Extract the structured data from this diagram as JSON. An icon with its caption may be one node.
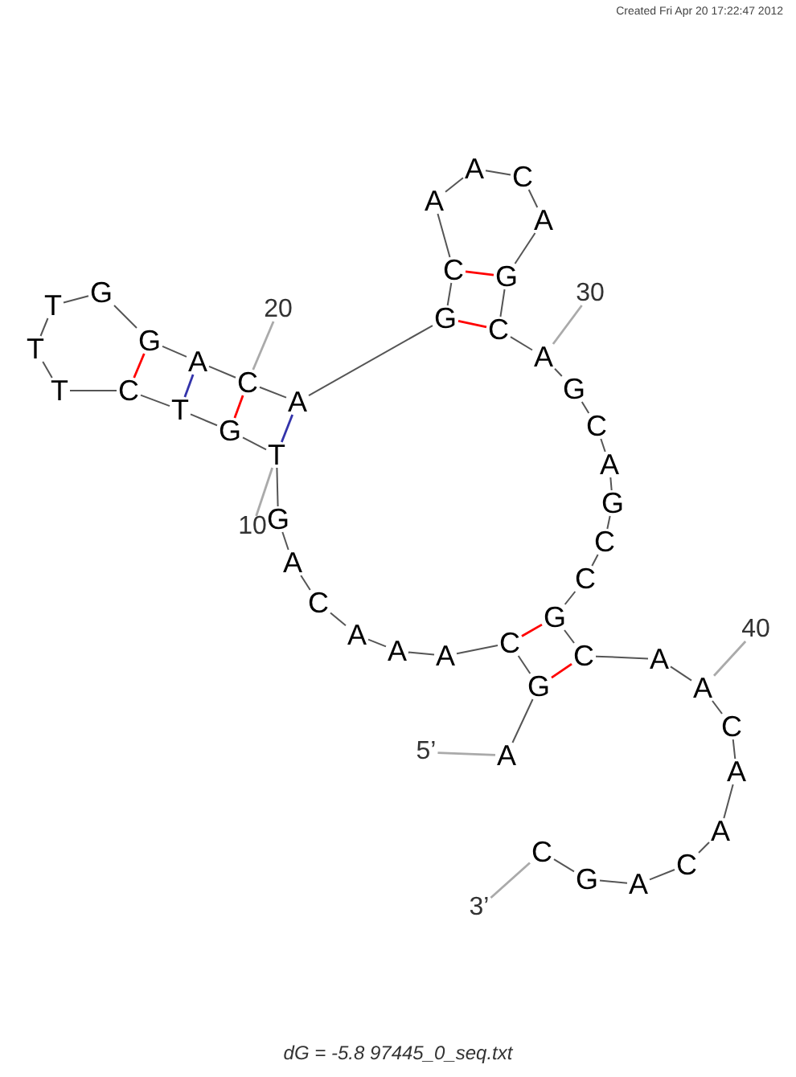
{
  "diagram": {
    "caption": "dG = -5.8 97445_0_seq.txt",
    "nodes": [
      {
        "text": [
          "A"
        ]
      },
      {
        "text": [
          "G"
        ]
      },
      {
        "text": [
          "C"
        ]
      },
      {
        "text": [
          "A"
        ]
      },
      {
        "text": [
          "A"
        ]
      },
      {
        "text": [
          "A"
        ]
      },
      {
        "text": [
          "C"
        ]
      },
      {
        "text": [
          "A"
        ]
      },
      {
        "text": [
          "G"
        ]
      },
      {
        "text": [
          "T"
        ]
      },
      {
        "text": [
          "G"
        ]
      },
      {
        "text": [
          "T"
        ]
      },
      {
        "text": [
          "C"
        ]
      },
      {
        "text": [
          "T"
        ]
      },
      {
        "text": [
          "T"
        ]
      },
      {
        "text": [
          "T"
        ]
      },
      {
        "text": [
          "G"
        ]
      },
      {
        "text": [
          "G"
        ]
      },
      {
        "text": [
          "A"
        ]
      },
      {
        "text": [
          "C"
        ]
      },
      {
        "text": [
          "A"
        ]
      },
      {
        "text": [
          "G"
        ]
      },
      {
        "text": [
          "C"
        ]
      },
      {
        "text": [
          "A"
        ]
      },
      {
        "text": [
          "A"
        ]
      },
      {
        "text": [
          "C"
        ]
      },
      {
        "text": [
          "A"
        ]
      },
      {
        "text": [
          "G"
        ]
      },
      {
        "text": [
          "C"
        ]
      },
      {
        "text": [
          "A"
        ]
      },
      {
        "text": [
          "G"
        ]
      },
      {
        "text": [
          "C"
        ]
      },
      {
        "text": [
          "A"
        ]
      },
      {
        "text": [
          "G"
        ]
      },
      {
        "text": [
          "C"
        ]
      },
      {
        "text": [
          "C"
        ]
      },
      {
        "text": [
          "G"
        ]
      },
      {
        "text": [
          "C"
        ]
      },
      {
        "text": [
          "A"
        ]
      },
      {
        "text": [
          "A"
        ]
      },
      {
        "text": [
          "C"
        ]
      },
      {
        "text": [
          "A"
        ]
      },
      {
        "text": [
          "A"
        ]
      },
      {
        "text": [
          "C"
        ]
      },
      {
        "text": [
          "A"
        ]
      },
      {
        "text": [
          "G"
        ]
      },
      {
        "text": [
          "C"
        ]
      },
      {
        "text": [
          "20"
        ]
      },
      {
        "text": [
          "30"
        ]
      },
      {
        "text": [
          "10"
        ]
      },
      {
        "text": [
          "40"
        ]
      },
      {
        "text": [
          "5’"
        ]
      },
      {
        "text": [
          "3’"
        ]
      }
    ],
    "edges": [
      {
        "from": 0,
        "to": 1,
        "arrow": "none"
      },
      {
        "from": 1,
        "to": 2,
        "arrow": "none"
      },
      {
        "from": 2,
        "to": 3,
        "arrow": "none"
      },
      {
        "from": 3,
        "to": 4,
        "arrow": "none"
      },
      {
        "from": 4,
        "to": 5,
        "arrow": "none"
      },
      {
        "from": 5,
        "to": 6,
        "arrow": "none"
      },
      {
        "from": 6,
        "to": 7,
        "arrow": "none"
      },
      {
        "from": 7,
        "to": 8,
        "arrow": "none"
      },
      {
        "from": 8,
        "to": 9,
        "arrow": "none"
      },
      {
        "from": 9,
        "to": 10,
        "arrow": "none"
      },
      {
        "from": 10,
        "to": 11,
        "arrow": "none"
      },
      {
        "from": 11,
        "to": 12,
        "arrow": "none"
      },
      {
        "from": 12,
        "to": 13,
        "arrow": "none"
      },
      {
        "from": 13,
        "to": 14,
        "arrow": "none"
      },
      {
        "from": 14,
        "to": 15,
        "arrow": "none"
      },
      {
        "from": 15,
        "to": 16,
        "arrow": "none"
      },
      {
        "from": 16,
        "to": 17,
        "arrow": "none"
      },
      {
        "from": 17,
        "to": 18,
        "arrow": "none"
      },
      {
        "from": 18,
        "to": 19,
        "arrow": "none"
      },
      {
        "from": 19,
        "to": 20,
        "arrow": "none"
      },
      {
        "from": 20,
        "to": 21,
        "arrow": "none"
      },
      {
        "from": 21,
        "to": 22,
        "arrow": "none"
      },
      {
        "from": 22,
        "to": 23,
        "arrow": "none"
      },
      {
        "from": 23,
        "to": 24,
        "arrow": "none"
      },
      {
        "from": 24,
        "to": 25,
        "arrow": "none"
      },
      {
        "from": 25,
        "to": 26,
        "arrow": "none"
      },
      {
        "from": 26,
        "to": 27,
        "arrow": "none"
      },
      {
        "from": 27,
        "to": 28,
        "arrow": "none"
      },
      {
        "from": 28,
        "to": 29,
        "arrow": "none"
      },
      {
        "from": 29,
        "to": 30,
        "arrow": "none"
      },
      {
        "from": 30,
        "to": 31,
        "arrow": "none"
      },
      {
        "from": 31,
        "to": 32,
        "arrow": "none"
      },
      {
        "from": 32,
        "to": 33,
        "arrow": "none"
      },
      {
        "from": 33,
        "to": 34,
        "arrow": "none"
      },
      {
        "from": 34,
        "to": 35,
        "arrow": "none"
      },
      {
        "from": 35,
        "to": 36,
        "arrow": "none"
      },
      {
        "from": 36,
        "to": 37,
        "arrow": "none"
      },
      {
        "from": 37,
        "to": 38,
        "arrow": "none"
      },
      {
        "from": 38,
        "to": 39,
        "arrow": "none"
      },
      {
        "from": 39,
        "to": 40,
        "arrow": "none"
      },
      {
        "from": 40,
        "to": 41,
        "arrow": "none"
      },
      {
        "from": 41,
        "to": 42,
        "arrow": "none"
      },
      {
        "from": 42,
        "to": 43,
        "arrow": "none"
      },
      {
        "from": 43,
        "to": 44,
        "arrow": "none"
      },
      {
        "from": 44,
        "to": 45,
        "arrow": "none"
      },
      {
        "from": 45,
        "to": 46,
        "arrow": "none"
      },
      {
        "from": 2,
        "to": 36,
        "arrow": "none",
        "color": "#ff0000"
      },
      {
        "from": 1,
        "to": 37,
        "arrow": "none",
        "color": "#ff0000"
      },
      {
        "from": 12,
        "to": 17,
        "arrow": "none",
        "color": "#ff0000"
      },
      {
        "from": 11,
        "to": 18,
        "arrow": "none",
        "color": "#3333aa"
      },
      {
        "from": 10,
        "to": 19,
        "arrow": "none",
        "color": "#ff0000"
      },
      {
        "from": 9,
        "to": 20,
        "arrow": "none",
        "color": "#3333aa"
      },
      {
        "from": 22,
        "to": 27,
        "arrow": "none",
        "color": "#ff0000"
      },
      {
        "from": 21,
        "to": 28,
        "arrow": "none",
        "color": "#ff0000"
      },
      {
        "from": 47,
        "to": 19,
        "arrow": "none",
        "color": "#aaaaaa"
      },
      {
        "from": 48,
        "to": 29,
        "arrow": "none",
        "color": "#aaaaaa"
      },
      {
        "from": 49,
        "to": 9,
        "arrow": "none",
        "color": "#aaaaaa"
      },
      {
        "from": 50,
        "to": 39,
        "arrow": "none",
        "color": "#aaaaaa"
      },
      {
        "from": 51,
        "to": 0,
        "arrow": "none",
        "color": "#aaaaaa"
      },
      {
        "from": 52,
        "to": 46,
        "arrow": "none",
        "color": "#aaaaaa"
      }
    ],
    "labels": [
      "Created Fri Apr 20 17:22:47 2012"
    ]
  }
}
